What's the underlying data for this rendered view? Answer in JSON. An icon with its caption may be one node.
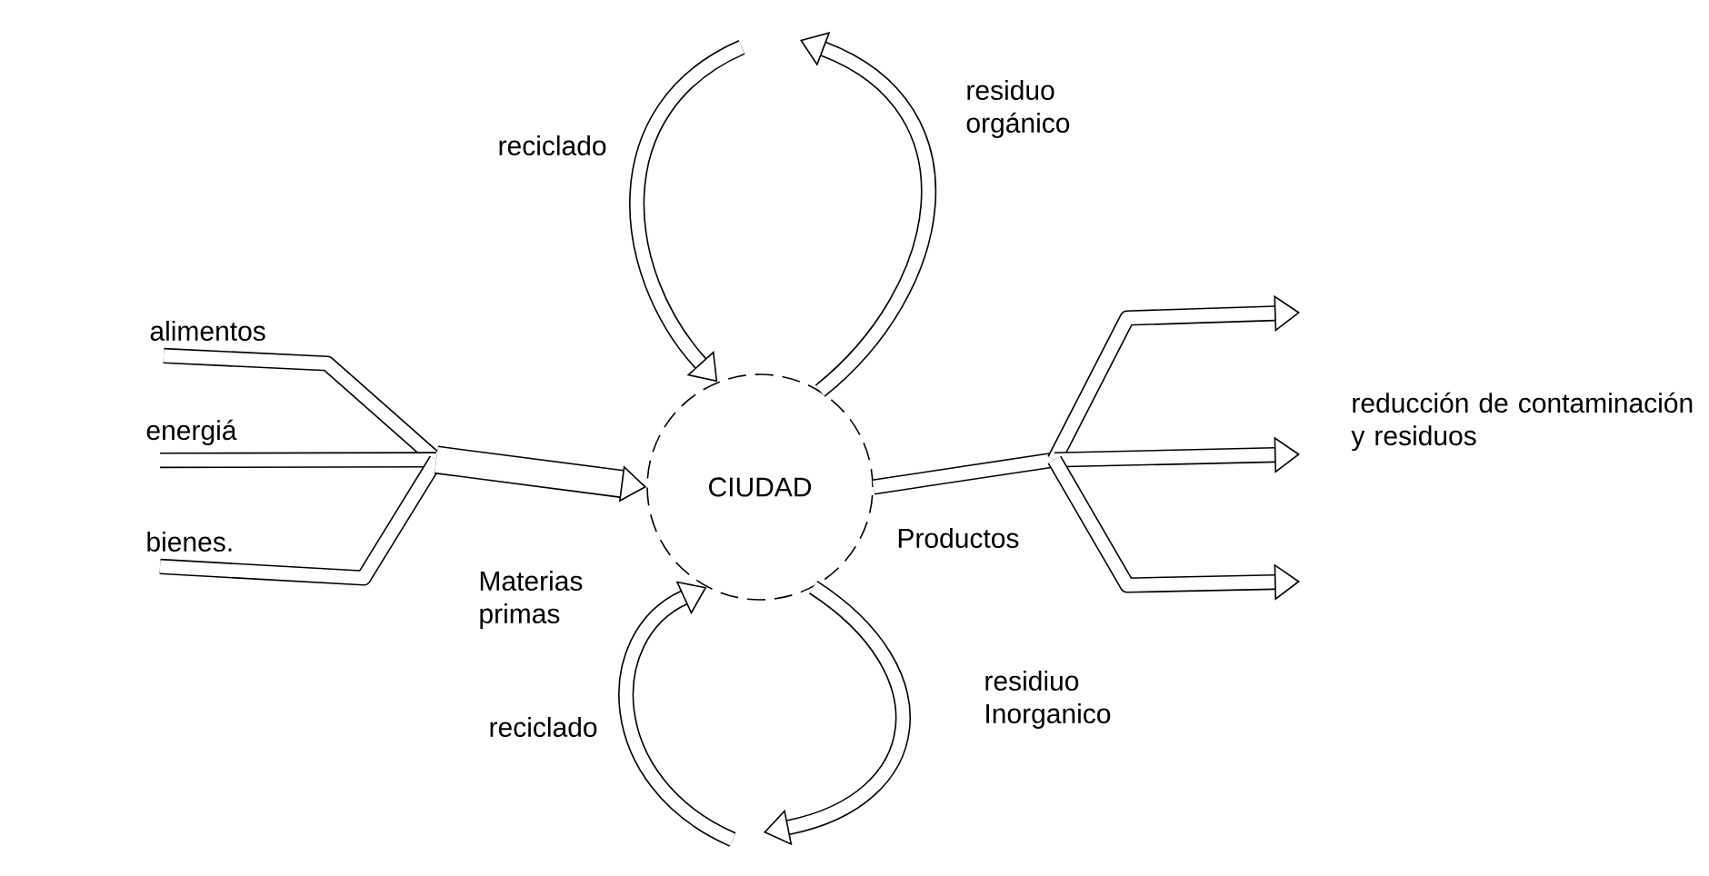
{
  "diagram": {
    "nodes": [
      {
        "text": [
          "CIUDAD"
        ]
      },
      {
        "text": [
          "alimentos"
        ]
      },
      {
        "text": [
          "energiá"
        ]
      },
      {
        "text": [
          "bienes."
        ]
      }
    ],
    "edges": [
      {
        "from": 1,
        "to": 0,
        "arrow": "to"
      },
      {
        "from": 2,
        "to": 0,
        "arrow": "to"
      },
      {
        "from": 3,
        "to": 0,
        "arrow": "to"
      },
      {
        "from": 0,
        "to": null,
        "arrow": "to",
        "label": "residuo orgánico"
      },
      {
        "from": null,
        "to": 0,
        "arrow": "to",
        "label": "reciclado"
      },
      {
        "from": 0,
        "to": null,
        "arrow": "to",
        "label": "residiuo Inorganico"
      },
      {
        "from": null,
        "to": 0,
        "arrow": "to",
        "label": "reciclado"
      },
      {
        "from": 0,
        "to": null,
        "arrow": "to"
      },
      {
        "from": 0,
        "to": null,
        "arrow": "to"
      },
      {
        "from": 0,
        "to": null,
        "arrow": "to"
      }
    ],
    "labels": [
      "Materias primas",
      "Productos",
      "reducción de contaminación y residuos"
    ]
  }
}
